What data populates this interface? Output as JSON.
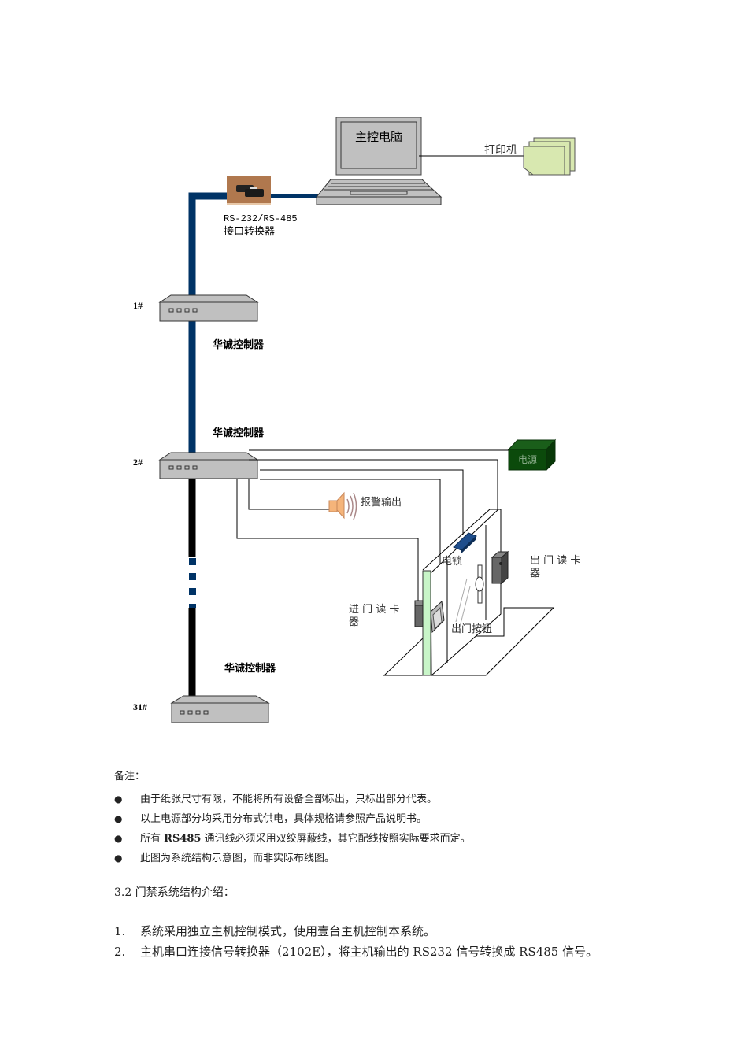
{
  "diagram": {
    "host_computer": "主控电脑",
    "printer": "打印机",
    "converter_line1": "RS-232/RS-485",
    "converter_line2": "接口转换器",
    "controllers": [
      {
        "number": "1#",
        "label": "华诚控制器"
      },
      {
        "number": "2#",
        "label": "华诚控制器"
      },
      {
        "number": "31#",
        "label": "华诚控制器"
      }
    ],
    "power_supply": "电源",
    "alarm_output": "报警输出",
    "electric_lock": "电锁",
    "exit_reader_line1": "出 门 读 卡",
    "exit_reader_line2": "器",
    "entry_reader_line1": "进 门 读 卡",
    "entry_reader_line2": "器",
    "exit_button": "出门按钮",
    "colors": {
      "bus_blue": "#003366",
      "bus_black": "#000000",
      "device_gray": "#c0c0c0",
      "power_green": "#0b4a0b",
      "printer_paper": "#d8e8b0",
      "glass_green": "#c8f5c8",
      "speaker_orange": "#f5b47a",
      "lock_blue": "#1f4e8c"
    }
  },
  "notes": {
    "title": "备注：",
    "items": [
      {
        "text": "由于纸张尺寸有限，不能将所有设备全部标出，只标出部分代表。"
      },
      {
        "text": "以上电源部分均采用分布式供电，具体规格请参照产品说明书。"
      },
      {
        "pre": "所有 ",
        "bold": "RS485",
        "post": " 通讯线必须采用双绞屏蔽线，其它配线按照实际要求而定。"
      },
      {
        "text": "此图为系统结构示意图，而非实际布线图。"
      }
    ],
    "bullet": "●"
  },
  "section": {
    "heading": "3.2 门禁系统结构介绍："
  },
  "steps": [
    {
      "num": "1.",
      "text": "系统采用独立主机控制模式，使用壹台主机控制本系统。"
    },
    {
      "num": "2.",
      "text": "主机串口连接信号转换器（2102E），将主机输出的 RS232 信号转换成 RS485 信号。"
    }
  ]
}
